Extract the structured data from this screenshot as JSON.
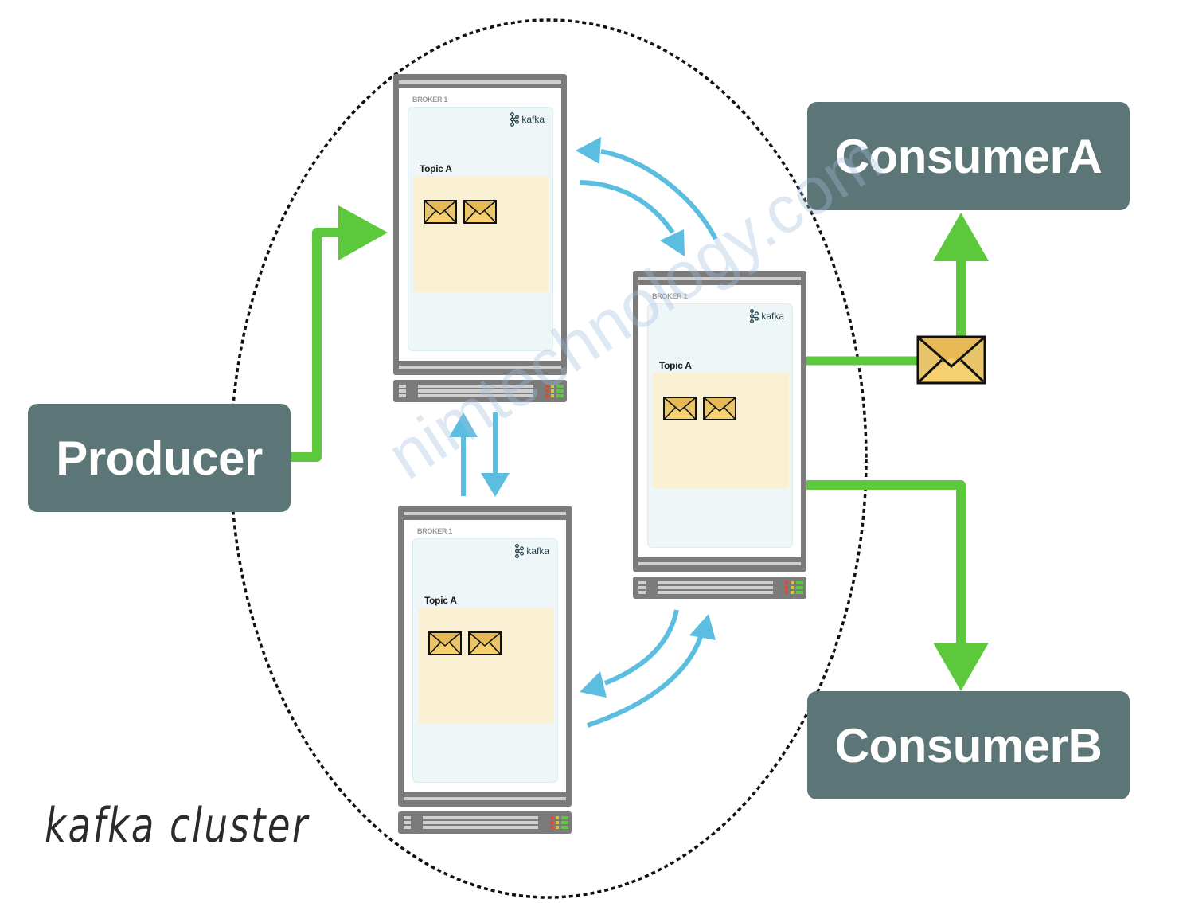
{
  "diagram": {
    "title_label": "kafka cluster",
    "watermark": "nimtechnology.com",
    "colors": {
      "node_fill": "#5c7677",
      "node_text": "#ffffff",
      "flow_green": "#5cc93d",
      "replication_blue": "#5bbde0",
      "server_gray": "#7b7b7b",
      "panel_bg": "#eef6f8",
      "topic_bg": "#faf0d4",
      "envelope": "#e8bc5c"
    }
  },
  "nodes": {
    "producer": {
      "label": "Producer"
    },
    "consumer_a": {
      "label": "ConsumerA"
    },
    "consumer_b": {
      "label": "ConsumerB"
    }
  },
  "brokers": [
    {
      "name": "BROKER 1",
      "logo": "kafka",
      "topic": "Topic A",
      "messages": 2
    },
    {
      "name": "BROKER 1",
      "logo": "kafka",
      "topic": "Topic A",
      "messages": 2
    },
    {
      "name": "BROKER 1",
      "logo": "kafka",
      "topic": "Topic A",
      "messages": 2
    }
  ],
  "edges": [
    {
      "from": "producer",
      "to": "broker-top",
      "kind": "produce"
    },
    {
      "from": "broker-top",
      "to": "broker-right",
      "kind": "replication"
    },
    {
      "from": "broker-right",
      "to": "broker-top",
      "kind": "replication"
    },
    {
      "from": "broker-top",
      "to": "broker-bottom",
      "kind": "replication"
    },
    {
      "from": "broker-bottom",
      "to": "broker-top",
      "kind": "replication"
    },
    {
      "from": "broker-right",
      "to": "broker-bottom",
      "kind": "replication"
    },
    {
      "from": "broker-bottom",
      "to": "broker-right",
      "kind": "replication"
    },
    {
      "from": "broker-right",
      "to": "consumer_a",
      "kind": "consume",
      "carries_message": true
    },
    {
      "from": "broker-right",
      "to": "consumer_b",
      "kind": "consume"
    }
  ]
}
